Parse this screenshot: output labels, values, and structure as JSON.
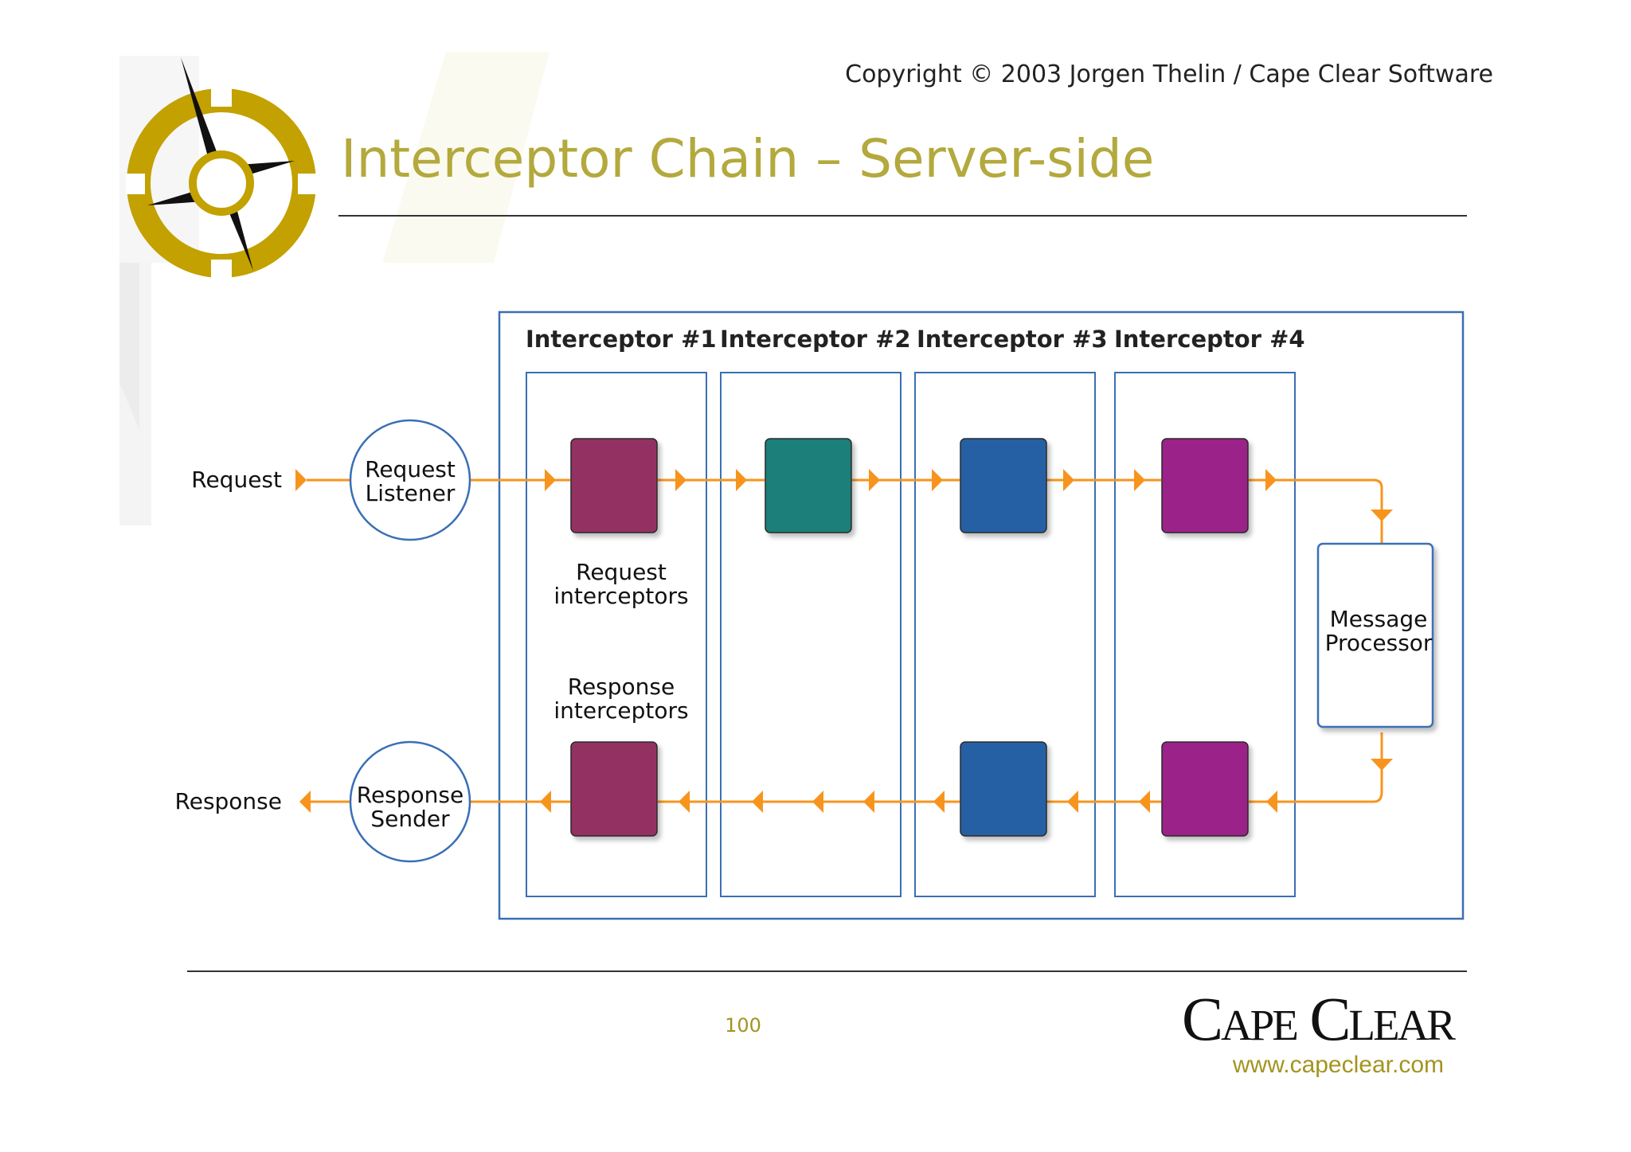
{
  "header": {
    "copyright": "Copyright © 2003 Jorgen Thelin / Cape Clear Software",
    "title": "Interceptor Chain – Server-side"
  },
  "logo": {
    "icon": "compass-icon"
  },
  "diagram": {
    "interceptors": [
      {
        "label": "Interceptor #1"
      },
      {
        "label": "Interceptor #2"
      },
      {
        "label": "Interceptor #3"
      },
      {
        "label": "Interceptor #4"
      }
    ],
    "request_label": "Request",
    "response_label": "Response",
    "request_listener": [
      "Request",
      "Listener"
    ],
    "response_sender": [
      "Response",
      "Sender"
    ],
    "request_interceptors": [
      "Request",
      "interceptors"
    ],
    "response_interceptors": [
      "Response",
      "interceptors"
    ],
    "message_processor": [
      "Message",
      "Processor"
    ],
    "colors": {
      "flow": "#f7941d",
      "frame": "#3a6fb5",
      "maroon": "#933262",
      "teal": "#1e7f79",
      "blue": "#2560a4",
      "purple": "#9b2489"
    }
  },
  "footer": {
    "page_number": "100",
    "brand": "Cape Clear",
    "website": "www.capeclear.com"
  },
  "brand_colors": {
    "title": "#b3a93d",
    "logo_gold": "#c2a100",
    "website": "#a39420"
  }
}
